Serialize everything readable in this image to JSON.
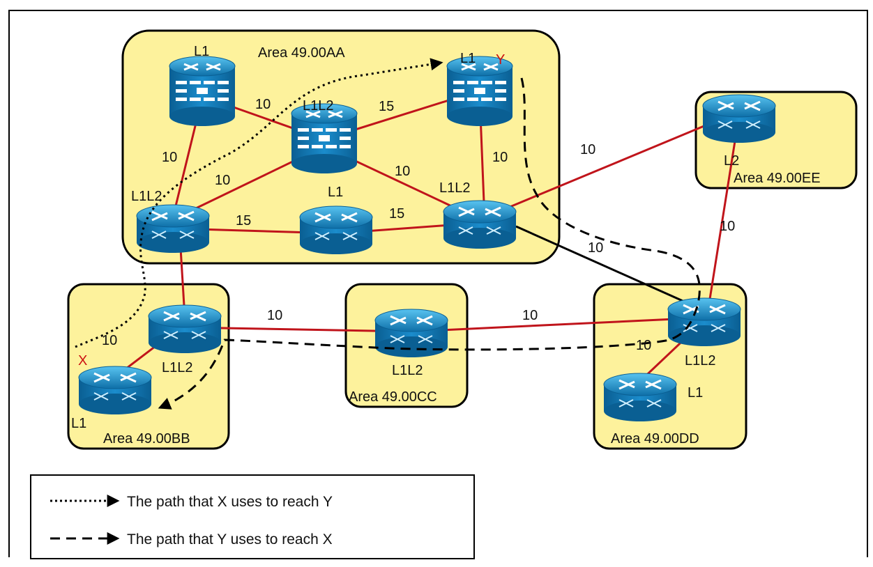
{
  "areas": {
    "aa": "Area 49.00AA",
    "bb": "Area 49.00BB",
    "cc": "Area 49.00CC",
    "dd": "Area 49.00DD",
    "ee": "Area 49.00EE"
  },
  "routers": {
    "aa_top_left": "L1",
    "aa_center": "L1L2",
    "aa_top_right": "L1",
    "aa_left": "L1L2",
    "aa_middle": "L1",
    "aa_right": "L1L2",
    "bb_router": "L1L2",
    "bb_host": "L1",
    "cc_router": "L1L2",
    "dd_router": "L1L2",
    "dd_host": "L1",
    "ee_router": "L2"
  },
  "markers": {
    "x": "X",
    "y": "Y"
  },
  "metrics": {
    "tl_center": "10",
    "center_tr": "15",
    "tl_left": "10",
    "left_center": "10",
    "center_right": "10",
    "tr_right": "10",
    "left_middle": "15",
    "middle_right": "15",
    "right_ee": "10",
    "ee_dd": "10",
    "right_dd": "10",
    "bb_cc": "10",
    "cc_dd": "10",
    "bb_host": "10",
    "dd_host": "10"
  },
  "legend": {
    "dotted": "The path that X uses to reach Y",
    "dashed": "The path that Y uses to reach X"
  },
  "colors": {
    "area_fill": "#fdf29c",
    "link": "#c0141b",
    "router": "#1b8ccc"
  }
}
